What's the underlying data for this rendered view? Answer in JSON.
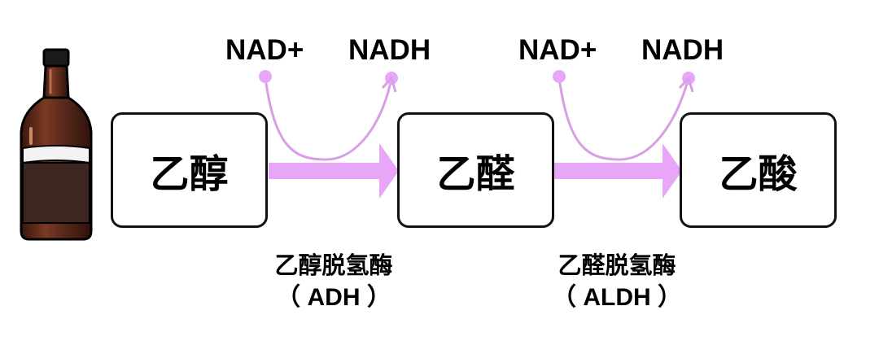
{
  "diagram": {
    "substrates": [
      {
        "id": "ethanol",
        "label": "乙醇"
      },
      {
        "id": "acetaldehyde",
        "label": "乙醛"
      },
      {
        "id": "acetic-acid",
        "label": "乙酸"
      }
    ],
    "steps": [
      {
        "cofactor_in": "NAD+",
        "cofactor_out": "NADH",
        "enzyme_name": "乙醇脱氢酶",
        "enzyme_abbr": "（ ADH ）"
      },
      {
        "cofactor_in": "NAD+",
        "cofactor_out": "NADH",
        "enzyme_name": "乙醛脱氢酶",
        "enzyme_abbr": "（ ALDH ）"
      }
    ],
    "colors": {
      "arrow": "#e7a6f7",
      "cofactor_curve": "#d89ee6",
      "box_border": "#111111",
      "bottle_glass": "#5a2a1c",
      "bottle_label": "#3b2620"
    },
    "icons": {
      "bottle": "liquor-bottle-icon"
    }
  }
}
